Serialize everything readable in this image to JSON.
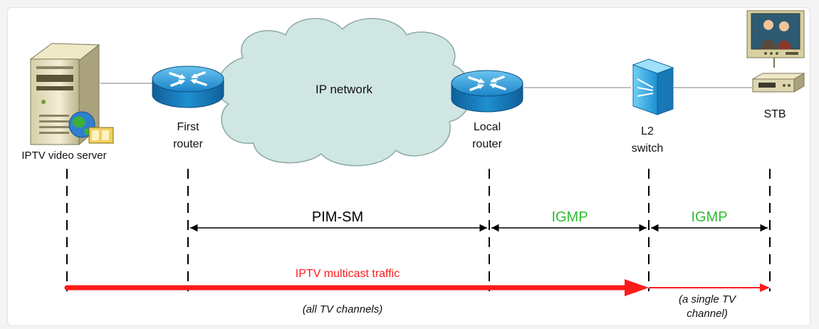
{
  "devices": {
    "server_label": "IPTV video server",
    "first_router_line1": "First",
    "first_router_line2": "router",
    "cloud_label": "IP network",
    "local_router_line1": "Local",
    "local_router_line2": "router",
    "switch_line1": "L2",
    "switch_line2": "switch",
    "stb_label": "STB"
  },
  "protocols": {
    "pim": "PIM-SM",
    "igmp_1": "IGMP",
    "igmp_2": "IGMP"
  },
  "traffic": {
    "title": "IPTV multicast traffic",
    "all_channels": "(all TV channels)",
    "single_line1": "(a single TV",
    "single_line2": "channel)"
  },
  "colors": {
    "pim_text": "#000000",
    "igmp_text": "#2fbd2f",
    "traffic": "#ff1a1a",
    "router_blue": "#1f8fd0",
    "switch_blue": "#2aa3e0",
    "cloud_fill": "#cfe6e3"
  }
}
